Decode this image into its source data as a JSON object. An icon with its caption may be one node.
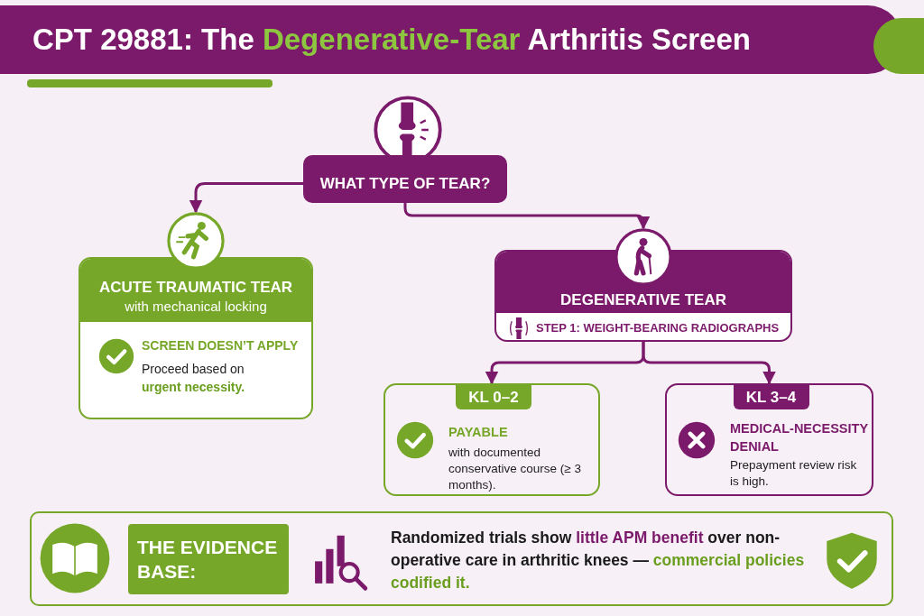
{
  "diagram": {
    "title": "CPT 29881: The **Degenerative-Tear** Arthritis Screen",
    "nodes": [
      {
        "text": [
          "WHAT TYPE OF TEAR?"
        ]
      },
      {
        "text": [
          "ACUTE TRAUMATIC TEAR",
          "with mechanical locking",
          "SCREEN DOESN’T APPLY",
          "Proceed based on **urgent necessity.**"
        ]
      },
      {
        "text": [
          "DEGENERATIVE TEAR",
          "STEP 1: WEIGHT-BEARING RADIOGRAPHS"
        ]
      },
      {
        "text": [
          "KL 0–2",
          "PAYABLE",
          "with documented conservative course (≥ 3 months)."
        ]
      },
      {
        "text": [
          "KL 3–4",
          "MEDICAL-NECESSITY DENIAL",
          "Prepayment review risk is high."
        ]
      },
      {
        "text": [
          "THE EVIDENCE BASE:",
          "Randomized trials show **little APM benefit** over non-operative care in arthritic knees — **commercial policies codified it.**"
        ]
      }
    ],
    "edges": [
      {
        "from": 0,
        "to": 1,
        "arrow": "to"
      },
      {
        "from": 0,
        "to": 2,
        "arrow": "to"
      },
      {
        "from": 2,
        "to": 3,
        "arrow": "to"
      },
      {
        "from": 2,
        "to": 4,
        "arrow": "to"
      }
    ]
  }
}
